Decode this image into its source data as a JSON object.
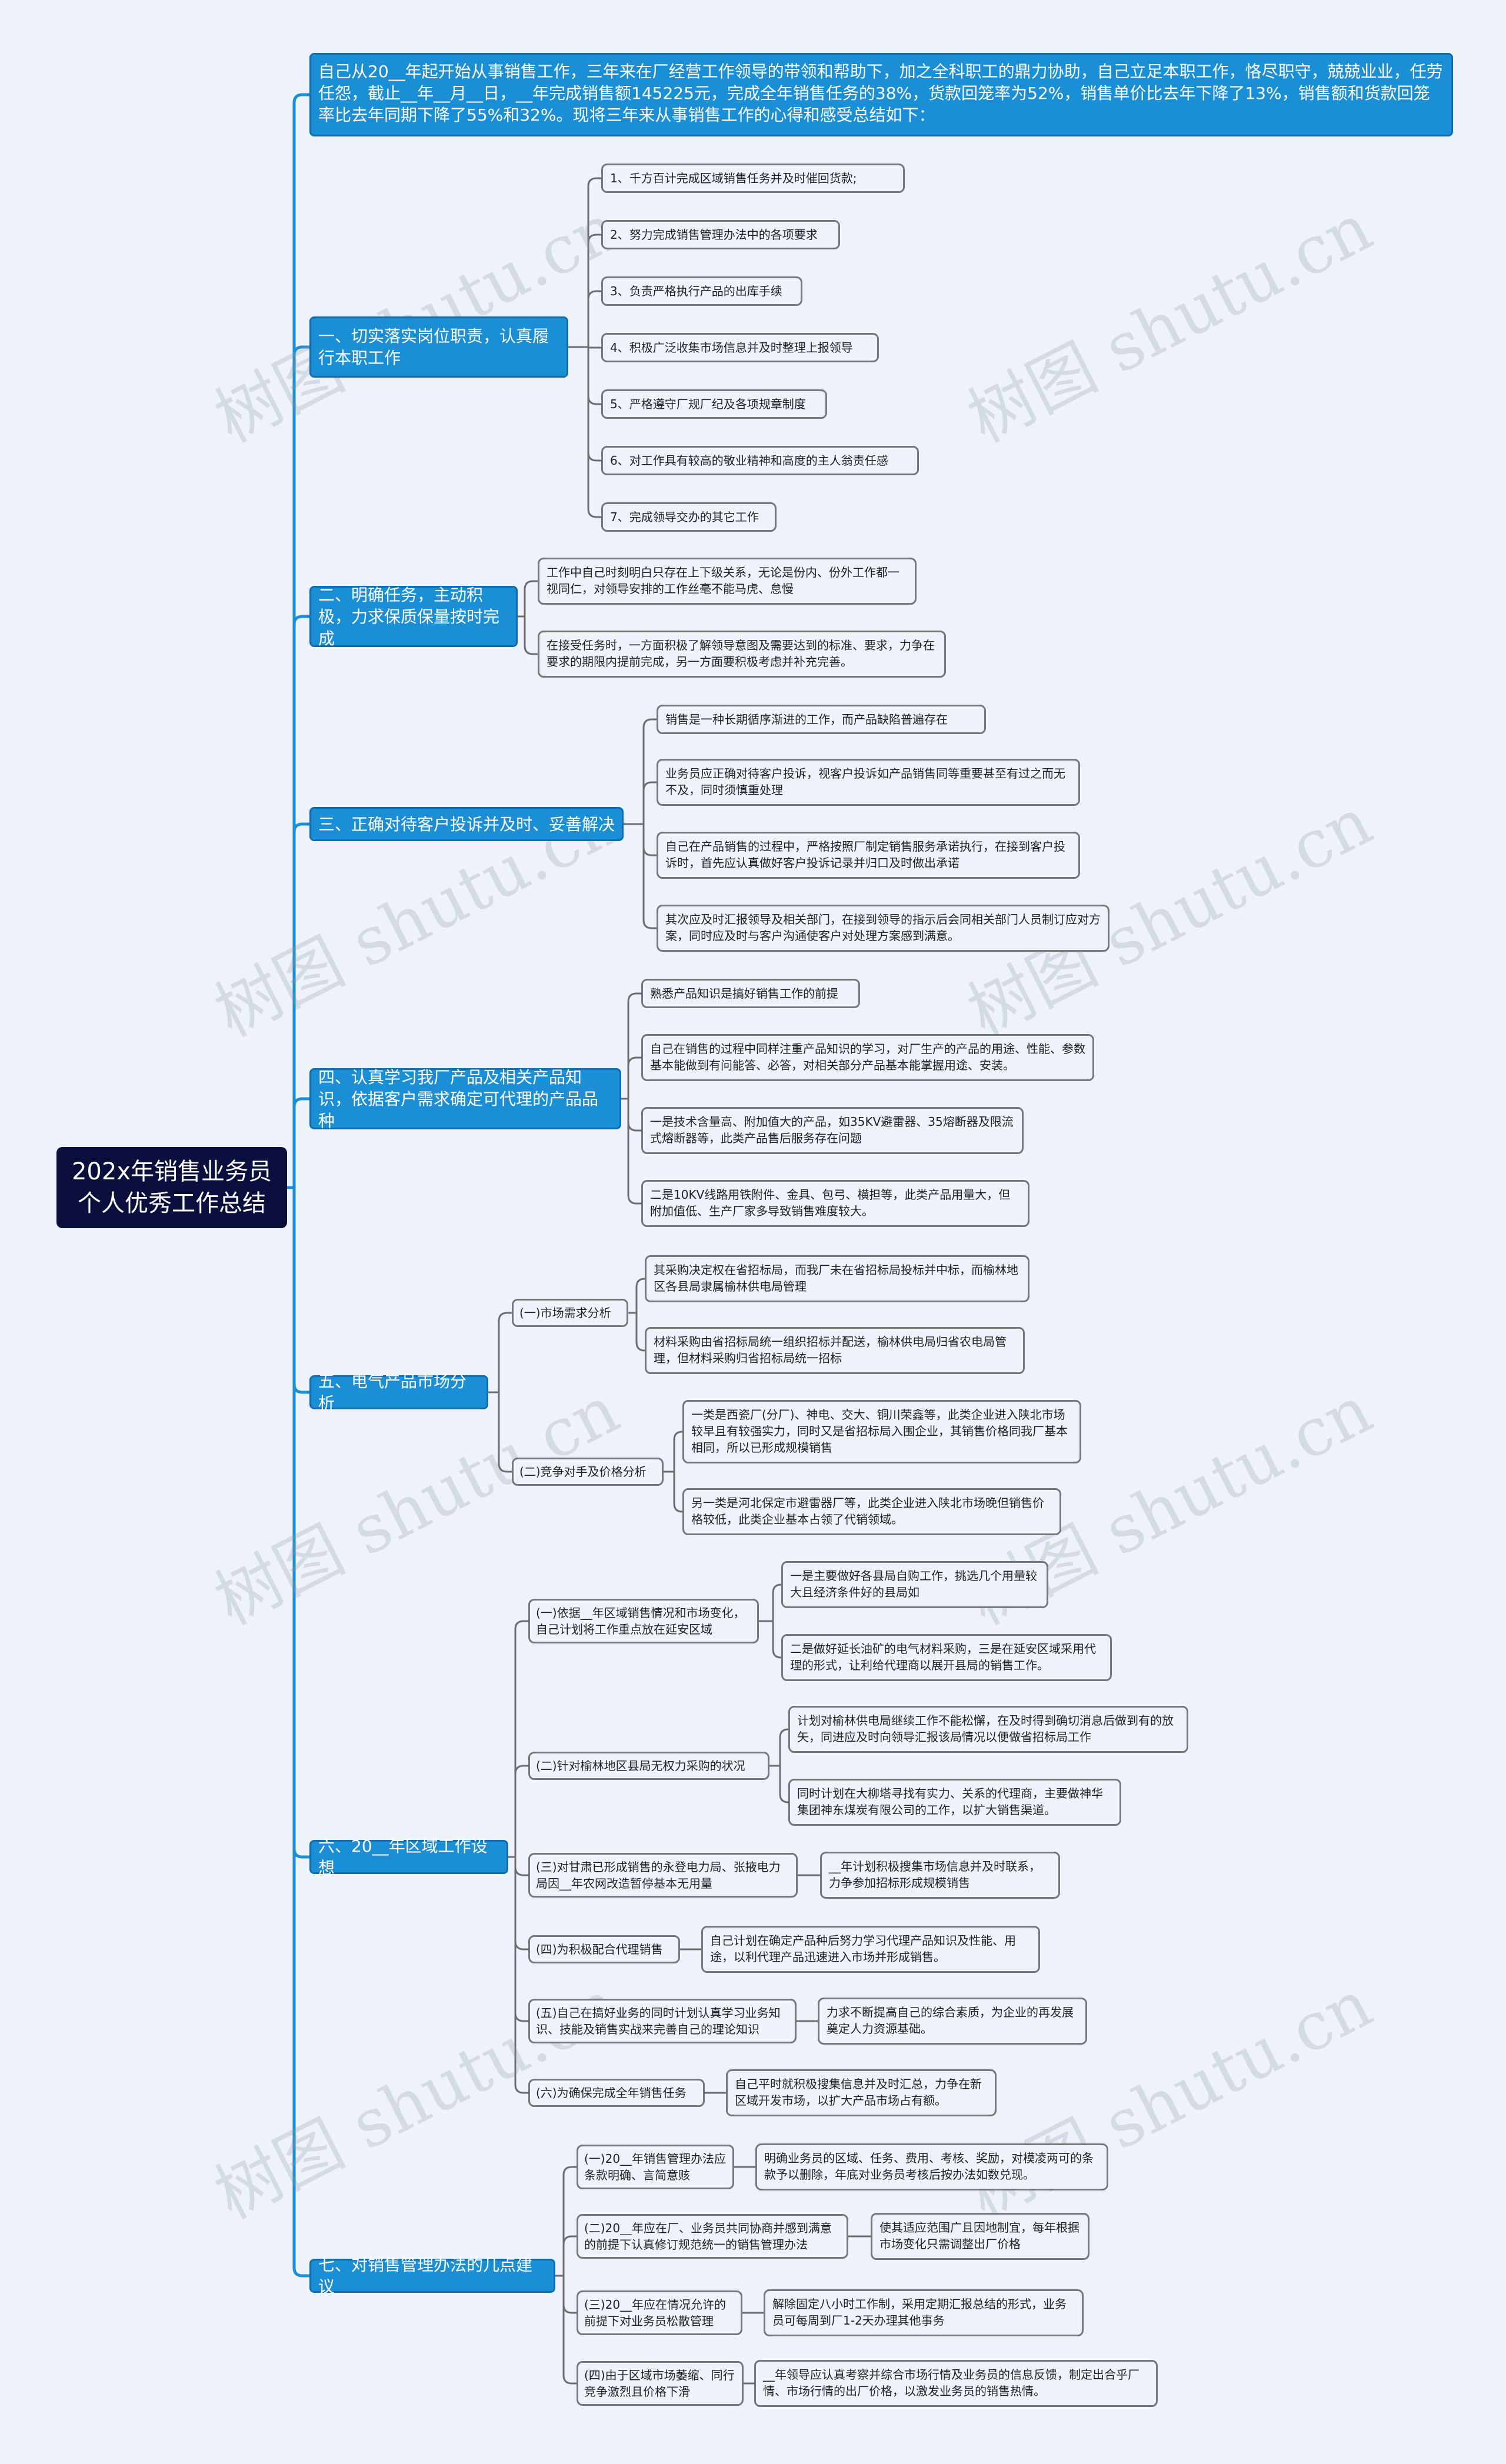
{
  "title": "202x年销售业务员个人优秀工作总结",
  "intro": "自己从20__年起开始从事销售工作，三年来在厂经营工作领导的带领和帮助下，加之全科职工的鼎力协助，自己立足本职工作，恪尽职守，兢兢业业，任劳任怨，截止__年__月__日，__年完成销售额145225元，完成全年销售任务的38%，货款回笼率为52%，销售单价比去年下降了13%，销售额和货款回笼率比去年同期下降了55%和32%。现将三年来从事销售工作的心得和感受总结如下：",
  "watermark": "树图 shutu.cn",
  "branches": [
    {
      "label": "一、切实落实岗位职责，认真履行本职工作",
      "items": [
        "1、千方百计完成区域销售任务并及时催回货款;",
        "2、努力完成销售管理办法中的各项要求",
        "3、负责严格执行产品的出库手续",
        "4、积极广泛收集市场信息并及时整理上报领导",
        "5、严格遵守厂规厂纪及各项规章制度",
        "6、对工作具有较高的敬业精神和高度的主人翁责任感",
        "7、完成领导交办的其它工作"
      ]
    },
    {
      "label": "二、明确任务，主动积极，力求保质保量按时完成",
      "items": [
        "工作中自己时刻明白只存在上下级关系，无论是份内、份外工作都一视同仁，对领导安排的工作丝毫不能马虎、怠慢",
        "在接受任务时，一方面积极了解领导意图及需要达到的标准、要求，力争在要求的期限内提前完成，另一方面要积极考虑并补充完善。"
      ]
    },
    {
      "label": "三、正确对待客户投诉并及时、妥善解决",
      "items": [
        "销售是一种长期循序渐进的工作，而产品缺陷普遍存在",
        "业务员应正确对待客户投诉，视客户投诉如产品销售同等重要甚至有过之而无不及，同时须慎重处理",
        "自己在产品销售的过程中，严格按照厂制定销售服务承诺执行，在接到客户投诉时，首先应认真做好客户投诉记录并归口及时做出承诺",
        "其次应及时汇报领导及相关部门，在接到领导的指示后会同相关部门人员制订应对方案，同时应及时与客户沟通使客户对处理方案感到满意。"
      ]
    },
    {
      "label": "四、认真学习我厂产品及相关产品知识，依据客户需求确定可代理的产品品种",
      "items": [
        "熟悉产品知识是搞好销售工作的前提",
        "自己在销售的过程中同样注重产品知识的学习，对厂生产的产品的用途、性能、参数基本能做到有问能答、必答，对相关部分产品基本能掌握用途、安装。",
        "一是技术含量高、附加值大的产品，如35KV避雷器、35熔断器及限流式熔断器等，此类产品售后服务存在问题",
        "二是10KV线路用铁附件、金具、包弓、横担等，此类产品用量大，但附加值低、生产厂家多导致销售难度较大。"
      ]
    },
    {
      "label": "五、电气产品市场分析",
      "subs": [
        {
          "label": "(一)市场需求分析",
          "items": [
            "其采购决定权在省招标局，而我厂未在省招标局投标并中标，而榆林地区各县局隶属榆林供电局管理",
            "材料采购由省招标局统一组织招标并配送，榆林供电局归省农电局管理，但材料采购归省招标局统一招标"
          ]
        },
        {
          "label": "(二)竞争对手及价格分析",
          "items": [
            "一类是西瓷厂(分厂)、神电、交大、铜川荣鑫等，此类企业进入陕北市场较早且有较强实力，同时又是省招标局入围企业，其销售价格同我厂基本相同，所以已形成规模销售",
            "另一类是河北保定市避雷器厂等，此类企业进入陕北市场晚但销售价格较低，此类企业基本占领了代销领域。"
          ]
        }
      ]
    },
    {
      "label": "六、20__年区域工作设想",
      "subs": [
        {
          "label": "(一)依据__年区域销售情况和市场变化，自己计划将工作重点放在延安区域",
          "items": [
            "一是主要做好各县局自购工作，挑选几个用量较大且经济条件好的县局如",
            "二是做好延长油矿的电气材料采购，三是在延安区域采用代理的形式，让利给代理商以展开县局的销售工作。"
          ]
        },
        {
          "label": "(二)针对榆林地区县局无权力采购的状况",
          "items": [
            "计划对榆林供电局继续工作不能松懈，在及时得到确切消息后做到有的放矢，同进应及时向领导汇报该局情况以便做省招标局工作",
            "同时计划在大柳塔寻找有实力、关系的代理商，主要做神华集团神东煤炭有限公司的工作，以扩大销售渠道。"
          ]
        },
        {
          "label": "(三)对甘肃已形成销售的永登电力局、张掖电力局因__年农网改造暂停基本无用量",
          "items": [
            "__年计划积极搜集市场信息并及时联系，力争参加招标形成规模销售"
          ]
        },
        {
          "label": "(四)为积极配合代理销售",
          "items": [
            "自己计划在确定产品种后努力学习代理产品知识及性能、用途，以利代理产品迅速进入市场并形成销售。"
          ]
        },
        {
          "label": "(五)自己在搞好业务的同时计划认真学习业务知识、技能及销售实战来完善自己的理论知识",
          "items": [
            "力求不断提高自己的综合素质，为企业的再发展奠定人力资源基础。"
          ]
        },
        {
          "label": "(六)为确保完成全年销售任务",
          "items": [
            "自己平时就积极搜集信息并及时汇总，力争在新区域开发市场，以扩大产品市场占有额。"
          ]
        }
      ]
    },
    {
      "label": "七、对销售管理办法的几点建议",
      "subs": [
        {
          "label": "(一)20__年销售管理办法应条款明确、言简意赅",
          "items": [
            "明确业务员的区域、任务、费用、考核、奖励，对模凌两可的条款予以删除，年底对业务员考核后按办法如数兑现。"
          ]
        },
        {
          "label": "(二)20__年应在厂、业务员共同协商并感到满意的前提下认真修订规范统一的销售管理办法",
          "items": [
            "使其适应范围广且因地制宜，每年根据市场变化只需调整出厂价格"
          ]
        },
        {
          "label": "(三)20__年应在情况允许的前提下对业务员松散管理",
          "items": [
            "解除固定八小时工作制，采用定期汇报总结的形式，业务员可每周到厂1-2天办理其他事务"
          ]
        },
        {
          "label": "(四)由于区域市场萎缩、同行竞争激烈且价格下滑",
          "items": [
            "__年领导应认真考察并综合市场行情及业务员的信息反馈，制定出合乎厂情、市场行情的出厂价格，以激发业务员的销售热情。"
          ]
        }
      ]
    }
  ]
}
